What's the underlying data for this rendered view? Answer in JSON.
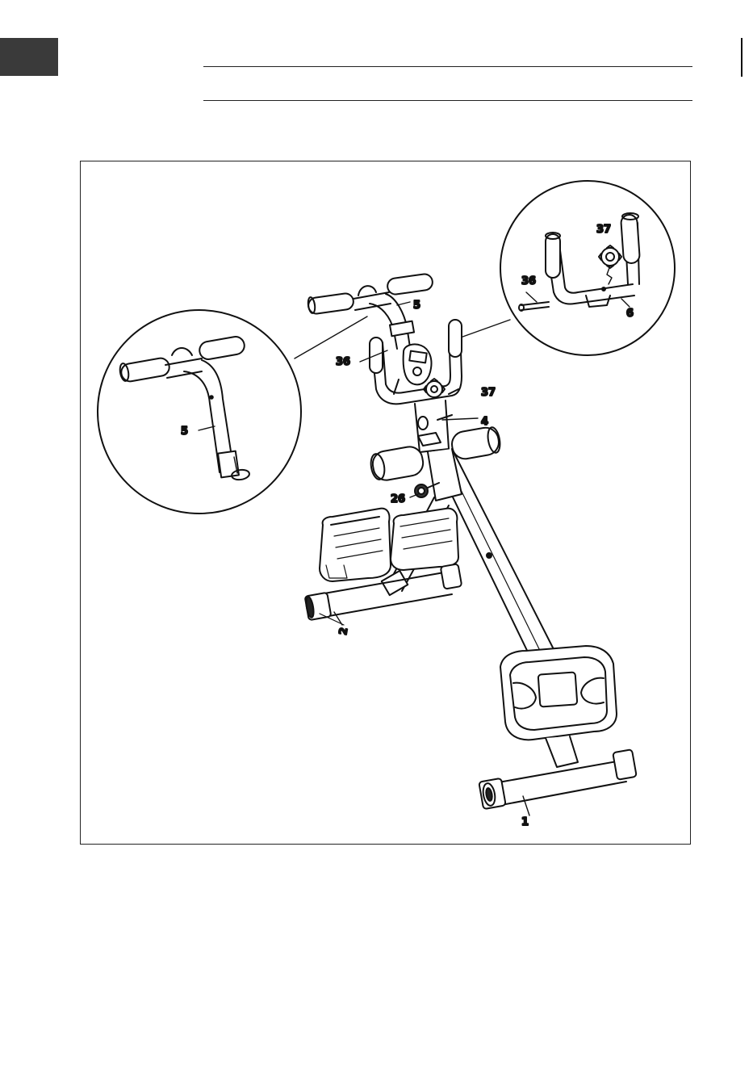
{
  "header": {
    "language_tab_color": "#3a3a3a"
  },
  "figure": {
    "subject": "exercise-bike-assembly",
    "callouts": {
      "handlebar": "5",
      "handlebar_detail": "5",
      "pin_main": "36",
      "pin_detail": "36",
      "knob_main": "37",
      "knob_detail": "37",
      "front_bar_detail": "6",
      "frame": "4",
      "knob_lower": "26",
      "front_stabilizer": "2",
      "rear_stabilizer": "1"
    }
  }
}
